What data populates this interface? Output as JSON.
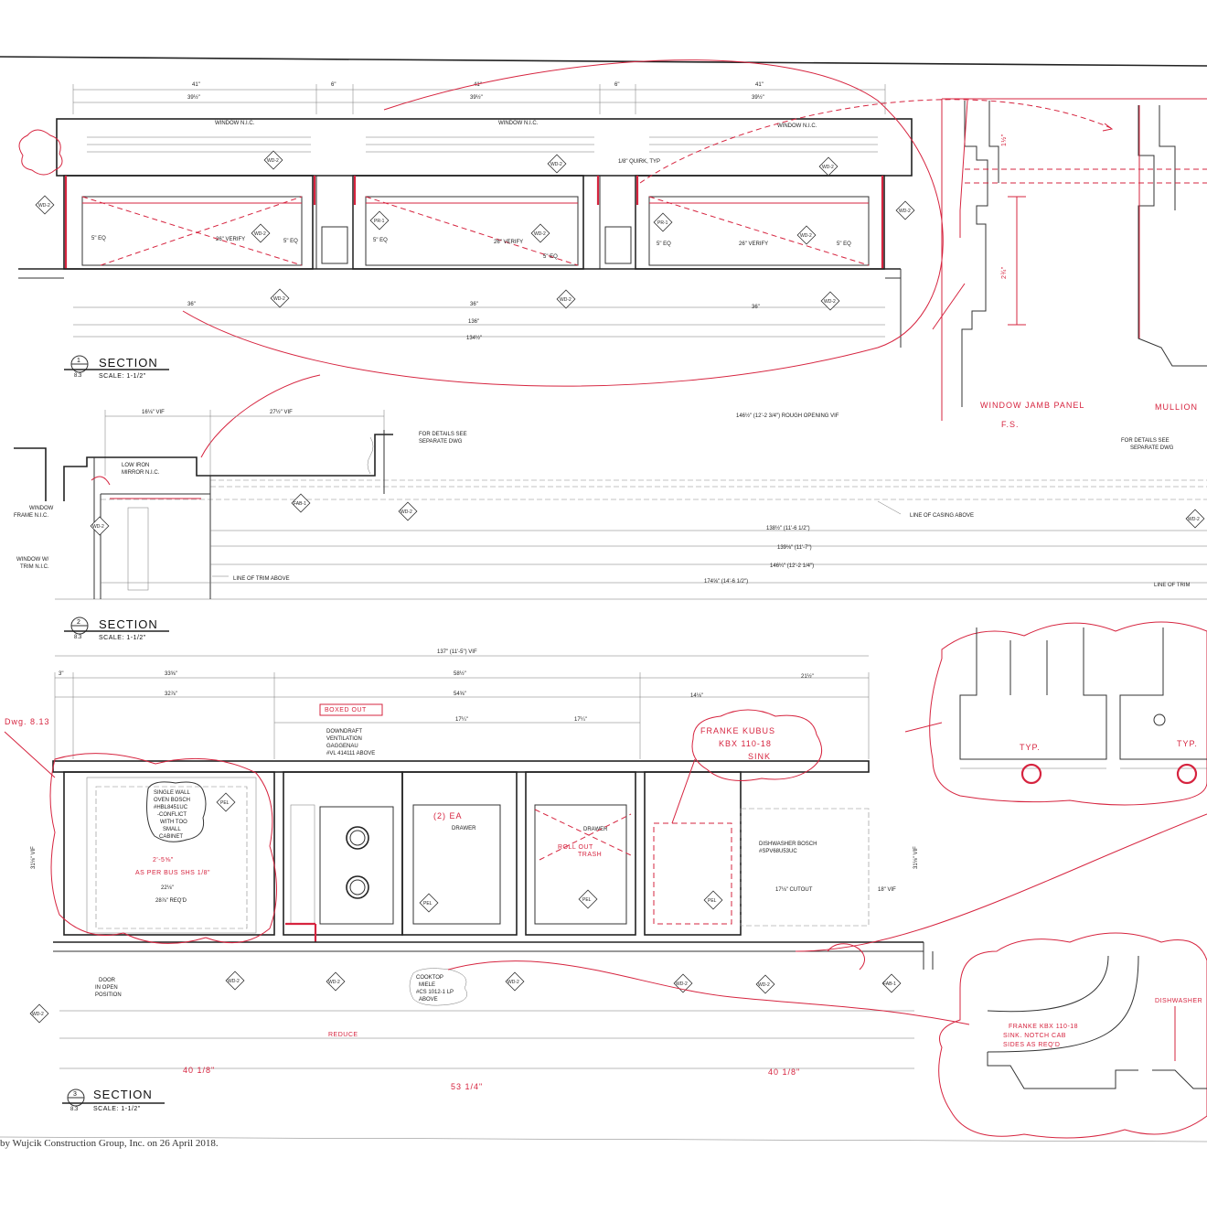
{
  "sections": [
    {
      "number": "1",
      "title": "SECTION",
      "sheet": "8.3",
      "scale": "SCALE: 1-1/2\""
    },
    {
      "number": "2",
      "title": "SECTION",
      "sheet": "8.3",
      "scale": "SCALE: 1-1/2\""
    },
    {
      "number": "3",
      "title": "SECTION",
      "sheet": "8.3",
      "scale": "SCALE: 1-1/2\""
    }
  ],
  "section1": {
    "top_dims": [
      "41\"",
      "6\"",
      "41\"",
      "6\"",
      "41\""
    ],
    "sub_dims": [
      "39½\"",
      "39½\"",
      "39½\""
    ],
    "window_labels": [
      "WINDOW N.I.C.",
      "WINDOW N.I.C.",
      "WINDOW N.I.C."
    ],
    "quirk": "1/8\" QUIRK, TYP",
    "verify": [
      "26\" VERIFY",
      "26\" VERIFY",
      "26\" VERIFY"
    ],
    "eq": [
      "5\" EQ",
      "5\" EQ",
      "5\" EQ",
      "5\" EQ",
      "5\" EQ",
      "5\" EQ"
    ],
    "bottom_dims": [
      "36\"",
      "36\"",
      "36\""
    ],
    "overall": [
      "136\"",
      "134½\""
    ],
    "tags": [
      "WD-2",
      "WD-2",
      "WD-2",
      "WD-2",
      "WD-2",
      "WD-2",
      "WD-2",
      "WD-2",
      "WD-2",
      "WD-2",
      "WD-2",
      "PR-1",
      "PR-1"
    ]
  },
  "section2": {
    "vif1": "16⅛\" VIF",
    "vif2": "27½\" VIF",
    "rough": "146½\" (12'-2 3/4\") ROUGH OPENING VIF",
    "details1": [
      "FOR DETAILS SEE",
      "SEPARATE DWG"
    ],
    "details2": [
      "FOR DETAILS SEE",
      "SEPARATE DWG"
    ],
    "mirror": [
      "LOW IRON",
      "MIRROR N.I.C."
    ],
    "window_frame": [
      "WINDOW",
      "FRAME N.I.C."
    ],
    "window_trim": [
      "WINDOW W/",
      "TRIM N.I.C."
    ],
    "casing": "LINE OF CASING ABOVE",
    "trim1": "LINE OF TRIM ABOVE",
    "trim2": "LINE OF TRIM",
    "dims": [
      "138½\" (11'-6 1/2\")",
      "139⅛\" (11'-7\")",
      "146¼\" (12'-2 1/4\")",
      "174⅝\" (14'-6 1/2\")"
    ],
    "tags": [
      "FAB-1",
      "WD-2",
      "WD-2",
      "WD-2"
    ]
  },
  "section3": {
    "overall": "137\" (11'-5\") VIF",
    "dims_top": [
      "3\"",
      "33⅝\"",
      "58½\"",
      "21½\"",
      "32⅞\"",
      "54⅝\"",
      "17¼\"",
      "17¼\"",
      "14⅛\""
    ],
    "oven": [
      "SINGLE WALL",
      "OVEN BOSCH",
      "#HBL8451UC",
      "-CONFLICT",
      "WITH TOO",
      "SMALL",
      "CABINET"
    ],
    "downdraft": [
      "DOWNDRAFT",
      "VENTILATION",
      "GAGGENAU",
      "#VL 414111 ABOVE"
    ],
    "drawer": [
      "DRAWER",
      "DRAWER"
    ],
    "dishwasher": [
      "DISHWASHER BOSCH",
      "#SPV68U53UC"
    ],
    "cutout": "17⅛\" CUTOUT",
    "cooktop": [
      "COOKTOP",
      "MIELE",
      "#CS 1012-1 LP",
      "ABOVE"
    ],
    "door": [
      "DOOR",
      "IN OPEN",
      "POSITION"
    ],
    "vif_left": "31⅛\" VIF",
    "vif_right": "31⅛\" VIF",
    "vif_small": "18\" VIF",
    "reqd": "28⅞\" REQ'D",
    "dim22": "22⅛\"",
    "tags": [
      "WD-2",
      "WD-2",
      "WD-2",
      "WD-2",
      "WD-2",
      "WD-2",
      "FAB-1",
      "PEL",
      "PEL",
      "PEL",
      "PEL"
    ]
  },
  "redlines": {
    "dwg": "Dwg. 8.13",
    "boxed_out": "BOXED OUT",
    "franke": [
      "FRANKE KUBUS",
      "KBX 110-18",
      "SINK"
    ],
    "roll_out": [
      "ROLL OUT",
      "TRASH"
    ],
    "two_ea": "(2) EA",
    "reduce": "REDUCE",
    "dim_4018_a": "40 1/8\"",
    "dim_4018_b": "40 1/8\"",
    "dim_5314": "53 1/4\"",
    "dim_2_58": "2'-5⅝\"",
    "as_per": "AS PER BUS SHS 1/8\"",
    "window_jamb": "WINDOW JAMB PANEL",
    "mullion": "MULLION",
    "fs": "F.S.",
    "dim_2_34": "2¾\"",
    "dim_1_12": "1½\"",
    "typ": [
      "TYP.",
      "TYP."
    ],
    "franke_note": [
      "FRANKE KBX 110-18",
      "SINK. NOTCH CAB",
      "SIDES AS REQ'D"
    ],
    "dishwasher": "DISHWASHER"
  },
  "footer": "by Wujcik Construction Group, Inc. on 26 April 2018."
}
